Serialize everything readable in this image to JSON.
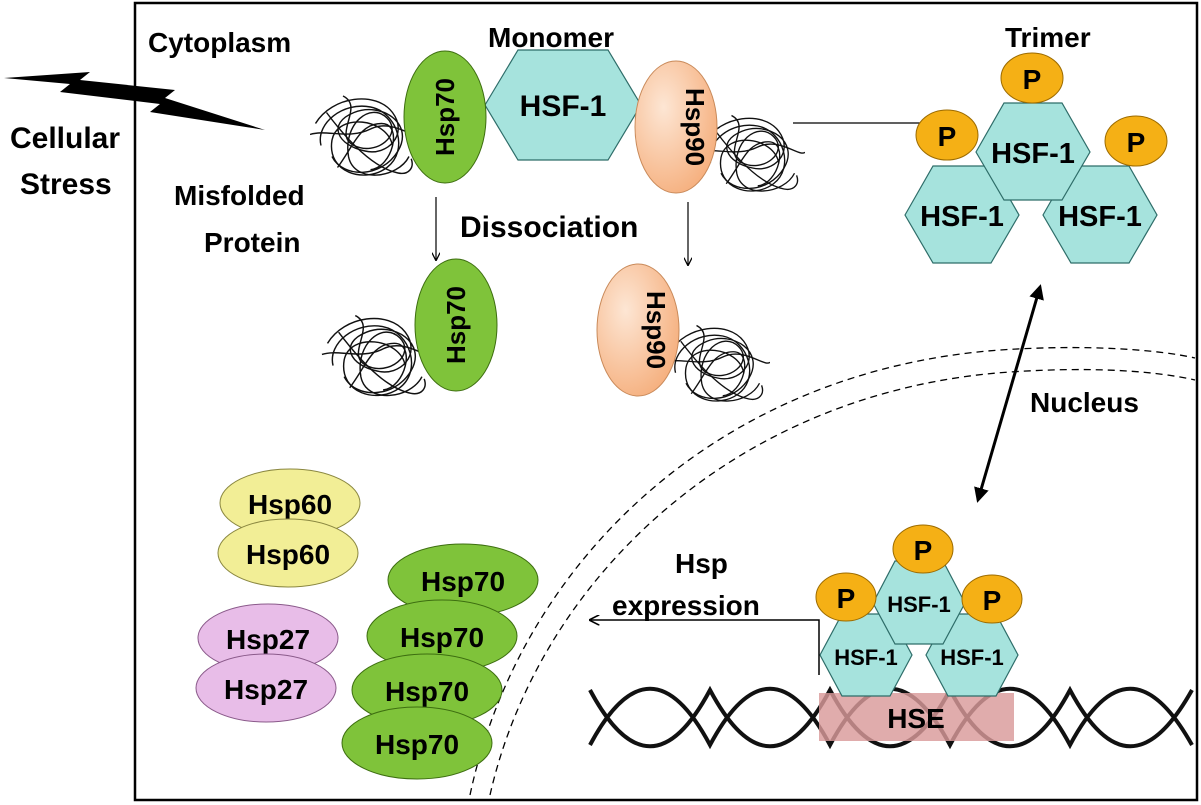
{
  "labels": {
    "stress": [
      "Cellular",
      "Stress"
    ],
    "cytoplasm": "Cytoplasm",
    "monomer": "Monomer",
    "trimer": "Trimer",
    "misfolded": [
      "Misfolded",
      "Protein"
    ],
    "dissociation": "Dissociation",
    "nucleus": "Nucleus",
    "hsp_expression": [
      "Hsp",
      "expression"
    ]
  },
  "proteins": {
    "hsf1": "HSF-1",
    "hsp70": "Hsp70",
    "hsp90": "Hsp90",
    "hsp60": "Hsp60",
    "hsp27": "Hsp27",
    "phosphate": "P",
    "hse": "HSE"
  },
  "colors": {
    "hsf1_fill": "#a6e3dd",
    "hsp70_fill": "#7fc33a",
    "hsp90_fill": "#f6b889",
    "hsp60_fill": "#f2ee96",
    "hsp27_fill": "#e8bde8",
    "phosphate_fill": "#f5b015",
    "hse_fill": "#d99a9a"
  }
}
